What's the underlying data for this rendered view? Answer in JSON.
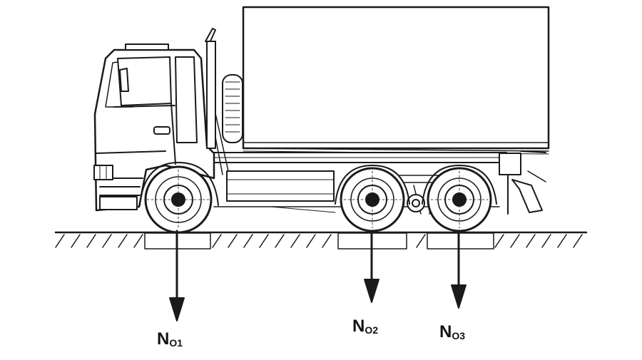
{
  "diagram": {
    "stroke_color": "#1a1a1a",
    "background": "#ffffff",
    "forces": [
      {
        "name": "N",
        "subscript": "O1"
      },
      {
        "name": "N",
        "subscript": "O2"
      },
      {
        "name": "N",
        "subscript": "O3"
      }
    ]
  }
}
